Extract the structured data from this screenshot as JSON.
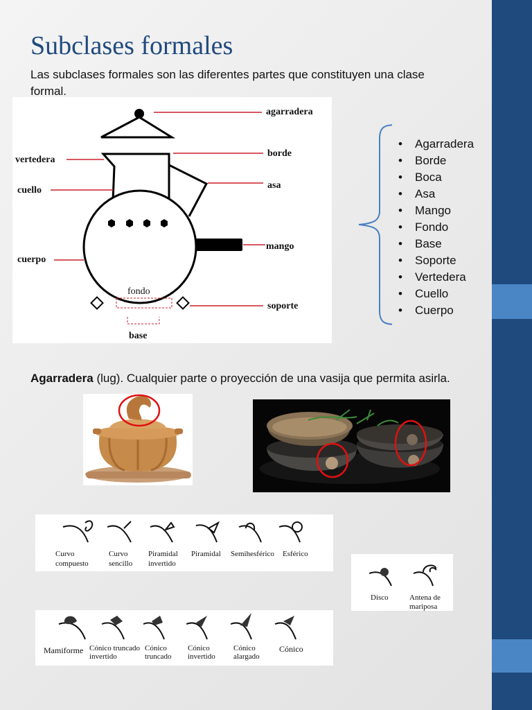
{
  "slide": {
    "title": "Subclases formales",
    "intro": "Las subclases formales son las diferentes partes que constituyen una clase formal."
  },
  "diagram": {
    "labels": {
      "agarradera": "agarradera",
      "vertedera": "vertedera",
      "borde": "borde",
      "asa": "asa",
      "cuello": "cuello",
      "cuerpo": "cuerpo",
      "mango": "mango",
      "fondo": "fondo",
      "soporte": "soporte",
      "base": "base"
    }
  },
  "parts_list": [
    "Agarradera",
    "Borde",
    "Boca",
    "Asa",
    "Mango",
    "Fondo",
    "Base",
    "Soporte",
    "Vertedera",
    "Cuello",
    "Cuerpo"
  ],
  "definition": {
    "term": "Agarradera",
    "rest": " (lug). Cualquier parte o proyección de una vasija que permita asirla."
  },
  "lug_types": {
    "row1": [
      {
        "l1": "Curvo",
        "l2": "compuesto"
      },
      {
        "l1": "Curvo",
        "l2": "sencillo"
      },
      {
        "l1": "Piramidal",
        "l2": "invertido"
      },
      {
        "l1": "Piramidal",
        "l2": ""
      },
      {
        "l1": "Semihesférico",
        "l2": ""
      },
      {
        "l1": "Esférico",
        "l2": ""
      }
    ],
    "row2": [
      {
        "l1": "Disco",
        "l2": ""
      },
      {
        "l1": "Antena de",
        "l2": "mariposa"
      }
    ],
    "row3": [
      {
        "l1": "Mamiforme",
        "l2": ""
      },
      {
        "l1": "Cónico truncado",
        "l2": "invertido"
      },
      {
        "l1": "Cónico",
        "l2": "truncado"
      },
      {
        "l1": "Cónico",
        "l2": "invertido"
      },
      {
        "l1": "Cónico",
        "l2": "alargado"
      },
      {
        "l1": "Cónico",
        "l2": ""
      }
    ]
  },
  "colors": {
    "title": "#1f4a7e",
    "sidebar": "#1f4a7e",
    "sidebar_accent": "#4a86c6",
    "leader_line": "#c8202a",
    "brace": "#4a7fc1"
  }
}
